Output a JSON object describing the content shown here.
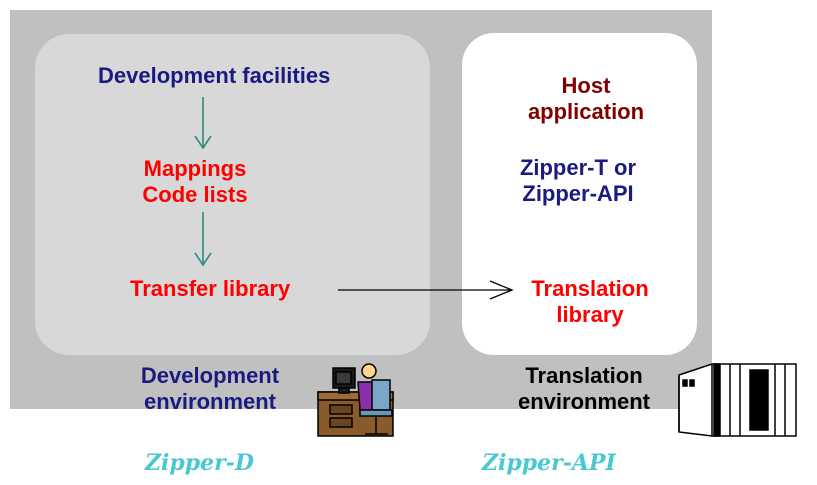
{
  "development": {
    "facilities": "Development facilities",
    "mappings": "Mappings",
    "code_lists": "Code lists",
    "transfer_library": "Transfer library",
    "environment_line1": "Development",
    "environment_line2": "environment"
  },
  "translation": {
    "host_line1": "Host",
    "host_line2": "application",
    "zipper_line1": "Zipper-T or",
    "zipper_line2": "Zipper-API",
    "library_line1": "Translation",
    "library_line2": "library",
    "environment_line1": "Translation",
    "environment_line2": "environment"
  },
  "captions": {
    "left": "Zipper-D",
    "right": "Zipper-API"
  },
  "icons": {
    "workstation": "person-at-workstation-icon",
    "server": "server-rack-icon"
  },
  "colors": {
    "navy": "#1a1a80",
    "red": "#ff0000",
    "maroon": "#800000",
    "teal_arrow": "#2e8b7e",
    "caption": "#48c8d0",
    "panel": "#c0c0c0",
    "dev_box": "#d8d8d8"
  }
}
